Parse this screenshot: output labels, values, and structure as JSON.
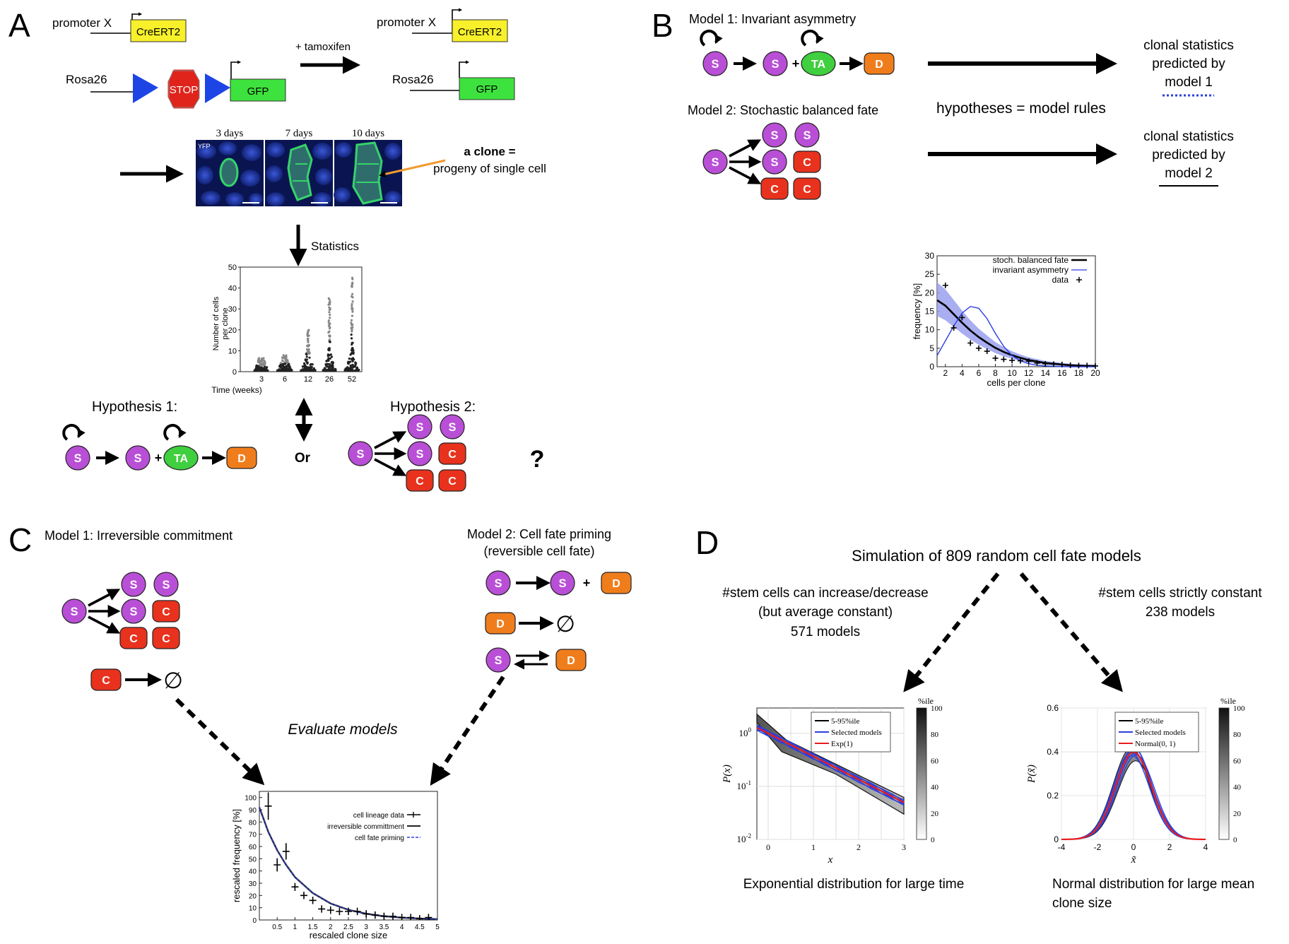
{
  "panels": {
    "A": {
      "label": "A",
      "construct": {
        "promoter": "promoter X",
        "cre": "CreERT2",
        "rosa": "Rosa26",
        "stop": "STOP",
        "gfp": "GFP",
        "arrow": "+ tamoxifen"
      },
      "micro": {
        "d3": "3 days",
        "d7": "7 days",
        "d10": "10 days",
        "yfp": "YFP"
      },
      "clone": {
        "line1": "a clone =",
        "line2": "progeny of single cell"
      },
      "statistics": "Statistics",
      "scatter": {
        "ylabel_1": "Number of cells",
        "ylabel_2": "per clone",
        "xlabel": "Time (weeks)",
        "yticks": [
          "0",
          "10",
          "20",
          "30",
          "40",
          "50"
        ],
        "xticks": [
          "3",
          "6",
          "12",
          "26",
          "52"
        ]
      },
      "h1": "Hypothesis 1:",
      "h2": "Hypothesis 2:",
      "or": "Or",
      "q": "?"
    },
    "B": {
      "label": "B",
      "m1": "Model 1: Invariant asymmetry",
      "m2": "Model 2: Stochastic balanced fate",
      "hyp": "hypotheses = model rules",
      "p1": [
        "clonal statistics",
        "predicted by",
        "model 1"
      ],
      "p2": [
        "clonal statistics",
        "predicted by",
        "model 2"
      ]
    },
    "C": {
      "label": "C",
      "m1": "Model 1: Irreversible commitment",
      "m2a": "Model 2: Cell fate priming",
      "m2b": "(reversible cell fate)",
      "eval": "Evaluate models",
      "empty": "∅"
    },
    "D": {
      "label": "D",
      "title": "Simulation of 809 random cell fate models",
      "left": [
        "#stem cells can increase/decrease",
        "(but average constant)",
        "571 models"
      ],
      "right": [
        "#stem cells strictly constant",
        "238 models"
      ],
      "cap_left": "Exponential distribution for large time",
      "cap_right_1": "Normal distribution for large mean",
      "cap_right_2": "clone size"
    }
  },
  "cells": {
    "S": "S",
    "TA": "TA",
    "D": "D",
    "C": "C",
    "plus": "+"
  },
  "colors": {
    "stem": "#b94fd6",
    "ta": "#3fcf3f",
    "d": "#f07d1c",
    "c": "#e8321d",
    "cre": "#f7f02a",
    "gfp": "#3ee23e",
    "loxp": "#1d45e6",
    "stop": "#e0241b",
    "blue": "#2b3fe0",
    "band": "#9aa0ee",
    "red": "#e81d1d"
  },
  "chart_data": [
    {
      "type": "line",
      "panel": "B",
      "xlabel": "cells per clone",
      "ylabel": "frequency [%]",
      "xticks": [
        2,
        4,
        6,
        8,
        10,
        12,
        14,
        16,
        18,
        20
      ],
      "yticks": [
        0,
        5,
        10,
        15,
        20,
        25,
        30
      ],
      "xlim": [
        1,
        20
      ],
      "ylim": [
        0,
        30
      ],
      "legend_position": "top-right",
      "series": [
        {
          "name": "stoch. balanced fate",
          "x": [
            1,
            2,
            3,
            4,
            5,
            6,
            7,
            8,
            9,
            10,
            11,
            12,
            13,
            14,
            15,
            16,
            17,
            18,
            19,
            20
          ],
          "values": [
            18,
            16.5,
            14.2,
            11.9,
            9.8,
            8.0,
            6.5,
            5.1,
            4.0,
            3.1,
            2.4,
            1.8,
            1.4,
            1.0,
            0.8,
            0.6,
            0.4,
            0.3,
            0.2,
            0.2
          ]
        },
        {
          "name": "invariant asymmetry",
          "x": [
            1,
            2,
            3,
            4,
            5,
            6,
            7,
            8,
            9,
            10,
            11,
            12,
            13,
            14,
            15,
            16,
            17,
            18,
            19,
            20
          ],
          "values": [
            3,
            7,
            11,
            14.5,
            16.3,
            15.8,
            13,
            9,
            5.5,
            3,
            1.6,
            0.8,
            0.4,
            0.2,
            0.1,
            0.05,
            0,
            0,
            0,
            0
          ]
        },
        {
          "name": "data",
          "x": [
            2,
            3,
            4,
            5,
            6,
            7,
            8,
            9,
            10,
            11,
            12,
            13,
            14,
            15,
            16,
            17,
            18,
            19,
            20
          ],
          "values": [
            22,
            10.5,
            13.3,
            6.4,
            5.0,
            4.2,
            2.3,
            2.0,
            1.7,
            1.6,
            1.5,
            1.0,
            0.8,
            0.7,
            0.6,
            0.4,
            0.3,
            0.3,
            0.2
          ]
        }
      ]
    },
    {
      "type": "line",
      "panel": "C",
      "xlabel": "rescaled clone size",
      "ylabel": "rescaled frequency [%]",
      "xticks": [
        0.5,
        1,
        1.5,
        2,
        2.5,
        3,
        3.5,
        4,
        4.5,
        5
      ],
      "yticks": [
        0,
        10,
        20,
        30,
        40,
        50,
        60,
        70,
        80,
        90,
        100
      ],
      "xlim": [
        0,
        5
      ],
      "ylim": [
        0,
        105
      ],
      "legend_position": "top-right",
      "series": [
        {
          "name": "cell lineage data",
          "x": [
            0.25,
            0.5,
            0.75,
            1,
            1.25,
            1.5,
            1.75,
            2,
            2.25,
            2.5,
            2.75,
            3,
            3.25,
            3.5,
            3.75,
            4,
            4.25,
            4.5,
            4.75
          ],
          "values": [
            93,
            45,
            56,
            27,
            20,
            16,
            9,
            8,
            7,
            7,
            7,
            5,
            4,
            3,
            3,
            2,
            2,
            1,
            2
          ]
        },
        {
          "name": "irreversible committment",
          "x": [
            0,
            0.25,
            0.5,
            0.75,
            1,
            1.5,
            2,
            2.5,
            3,
            3.5,
            4,
            4.5,
            5
          ],
          "values": [
            92,
            72,
            57,
            45,
            35,
            22,
            13.5,
            8.3,
            5.1,
            3.1,
            1.9,
            1.2,
            0.7
          ]
        },
        {
          "name": "cell fate priming",
          "x": [
            0,
            0.25,
            0.5,
            0.75,
            1,
            1.5,
            2,
            2.5,
            3,
            3.5,
            4,
            4.5,
            5
          ],
          "values": [
            92,
            72,
            57,
            45,
            35,
            22,
            13.5,
            8.3,
            5.1,
            3.1,
            1.9,
            1.2,
            0.7
          ]
        }
      ]
    },
    {
      "type": "line",
      "panel": "D-left",
      "xlabel": "x",
      "ylabel": "P(x)",
      "xticks": [
        0,
        1,
        2,
        3
      ],
      "ytick_labels": [
        "10^0",
        "10^-1",
        "10^-2"
      ],
      "yscale": "log",
      "xlim": [
        -0.25,
        3
      ],
      "ylim": [
        0.01,
        3
      ],
      "legend_position": "top-right",
      "colorbar_label": "%ile",
      "colorbar_ticks": [
        0,
        20,
        40,
        60,
        80,
        100
      ],
      "series": [
        {
          "name": "5-95%ile",
          "x": [
            -0.25,
            3
          ],
          "values": [
            2.0,
            0.035
          ]
        },
        {
          "name": "Selected models",
          "x": [
            -0.25,
            3
          ],
          "values": [
            1.3,
            0.05
          ]
        },
        {
          "name": "Exp(1)",
          "x": [
            -0.25,
            3
          ],
          "values": [
            1.284,
            0.0498
          ]
        }
      ]
    },
    {
      "type": "line",
      "panel": "D-right",
      "xlabel": "x̃",
      "ylabel": "P(x̃)",
      "xticks": [
        -4,
        -2,
        0,
        2,
        4
      ],
      "yticks": [
        0,
        0.2,
        0.4,
        0.6
      ],
      "xlim": [
        -4,
        4
      ],
      "ylim": [
        0,
        0.6
      ],
      "legend_position": "top-right",
      "colorbar_label": "%ile",
      "colorbar_ticks": [
        0,
        20,
        40,
        60,
        80,
        100
      ],
      "series": [
        {
          "name": "5-95%ile",
          "x": [
            -4,
            4
          ],
          "values": [
            0,
            0
          ]
        },
        {
          "name": "Selected models",
          "x": [
            -4,
            4
          ],
          "values": [
            0,
            0
          ]
        },
        {
          "name": "Normal(0, 1)",
          "x": [
            -4,
            -3,
            -2,
            -1,
            0,
            1,
            2,
            3,
            4
          ],
          "values": [
            0.0001,
            0.0044,
            0.054,
            0.242,
            0.399,
            0.242,
            0.054,
            0.0044,
            0.0001
          ]
        }
      ]
    }
  ]
}
